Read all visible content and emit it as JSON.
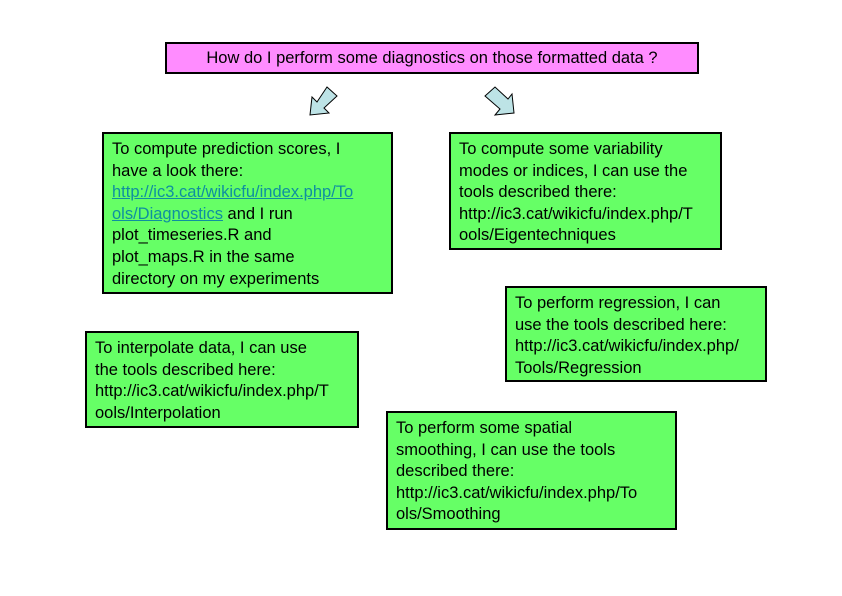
{
  "title": "How do I perform some diagnostics on those formatted data ?",
  "colors": {
    "title_bg": "#ff8cff",
    "box_bg": "#66ff66",
    "arrow_fill": "#bde3e6",
    "link": "#0f8fa0"
  },
  "arrows": [
    {
      "name": "arrow-down-left",
      "direction": "down-left"
    },
    {
      "name": "arrow-down-right",
      "direction": "down-right"
    }
  ],
  "boxes": {
    "prediction": {
      "text_before": "To compute prediction scores, I\nhave a look there:\n",
      "link": "http://ic3.cat/wikicfu/index.php/To\nols/Diagnostics",
      "text_after": " and I run\nplot_timeseries.R and\nplot_maps.R in the same\ndirectory on my experiments"
    },
    "variability": {
      "text": "To compute some variability\nmodes or indices, I can use the\ntools described there:\nhttp://ic3.cat/wikicfu/index.php/T\nools/Eigentechniques"
    },
    "regression": {
      "text": "To perform regression, I can\nuse the tools described here:\nhttp://ic3.cat/wikicfu/index.php/\nTools/Regression"
    },
    "interpolation": {
      "text": "To interpolate data, I can use\nthe tools described here:\nhttp://ic3.cat/wikicfu/index.php/T\nools/Interpolation"
    },
    "smoothing": {
      "text": "To perform some spatial\nsmoothing, I can use the tools\ndescribed there:\nhttp://ic3.cat/wikicfu/index.php/To\nols/Smoothing"
    }
  }
}
